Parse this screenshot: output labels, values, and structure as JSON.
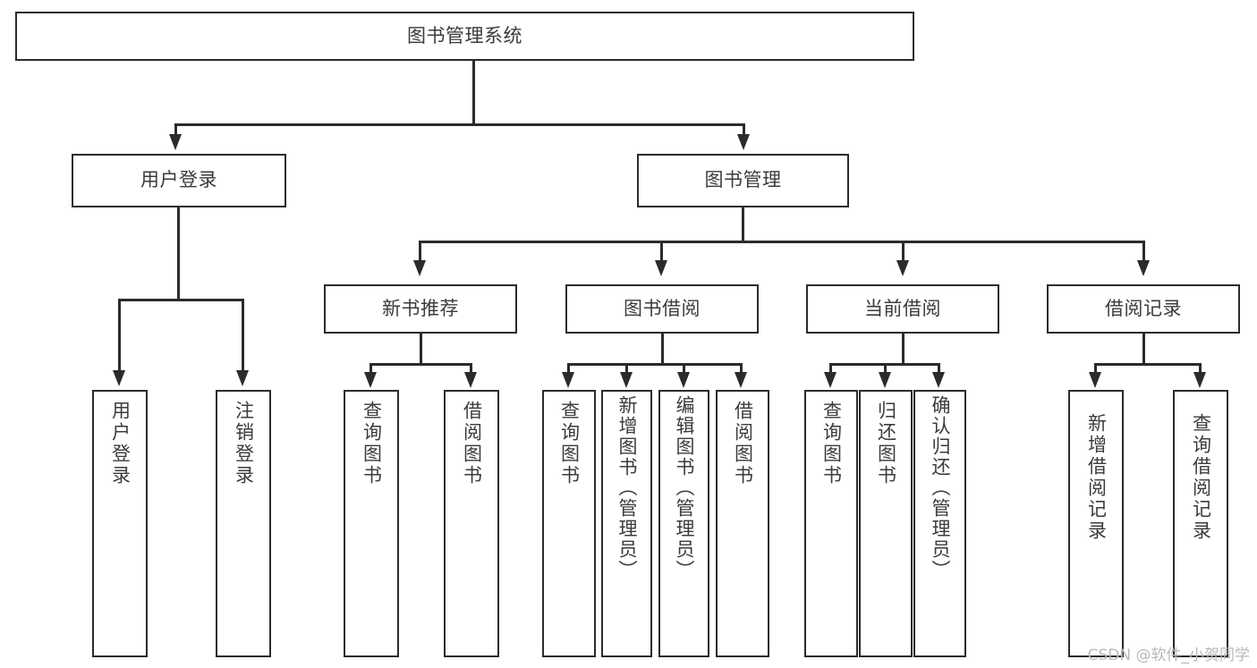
{
  "diagram": {
    "title": "图书管理系统",
    "watermark": "CSDN @软件_小贺同学",
    "style": {
      "border_color": "#2b2b2b",
      "text_color": "#3b3b3b",
      "background": "#ffffff",
      "watermark_color": "#b9b9b9"
    },
    "levels": {
      "root": {
        "label": "图书管理系统"
      },
      "level2": [
        {
          "label": "用户登录"
        },
        {
          "label": "图书管理"
        }
      ],
      "level3": [
        {
          "label": "新书推荐"
        },
        {
          "label": "图书借阅"
        },
        {
          "label": "当前借阅"
        },
        {
          "label": "借阅记录"
        }
      ],
      "leaves": {
        "user_login": [
          {
            "label": "用户登录"
          },
          {
            "label": "注销登录"
          }
        ],
        "new_book_recommend": [
          {
            "label": "查询图书"
          },
          {
            "label": "借阅图书"
          }
        ],
        "book_borrow": [
          {
            "label": "查询图书"
          },
          {
            "label": "新增图书（管理员）"
          },
          {
            "label": "编辑图书（管理员）"
          },
          {
            "label": "借阅图书"
          }
        ],
        "current_borrow": [
          {
            "label": "查询图书"
          },
          {
            "label": "归还图书"
          },
          {
            "label": "确认归还（管理员）"
          }
        ],
        "borrow_record": [
          {
            "label": "新增借阅记录"
          },
          {
            "label": "查询借阅记录"
          }
        ]
      }
    }
  }
}
